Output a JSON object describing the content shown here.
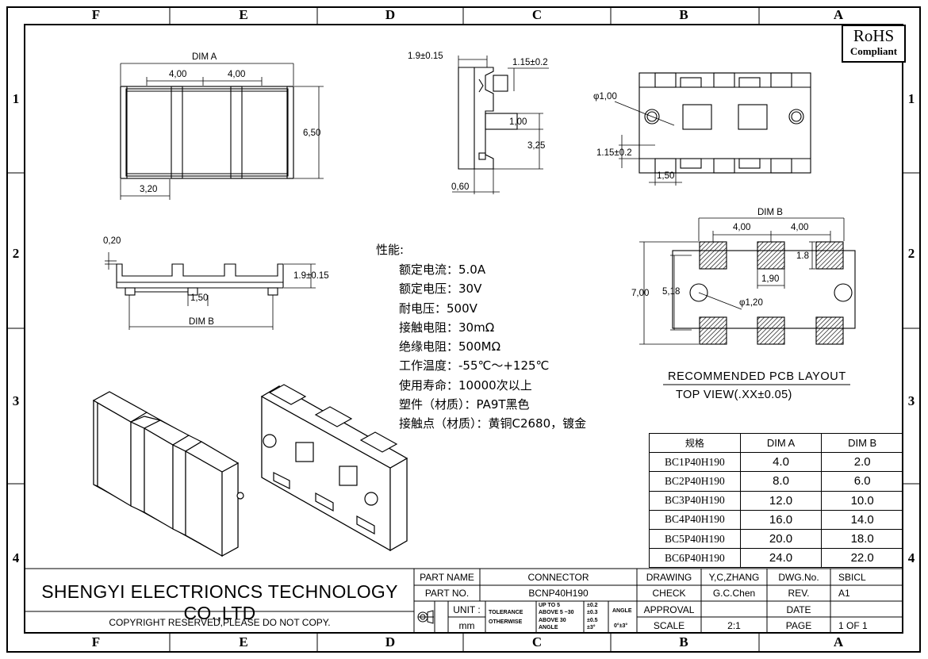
{
  "border": {
    "columns": [
      "F",
      "E",
      "D",
      "C",
      "B",
      "A"
    ],
    "rows": [
      "1",
      "2",
      "3",
      "4"
    ]
  },
  "rohs": {
    "line1": "RoHS",
    "line2": "Compliant"
  },
  "views": {
    "top": {
      "dim_a": "DIM A",
      "pitch_1": "4,00",
      "pitch_2": "4,00",
      "height": "6,50",
      "width": "3,20"
    },
    "side": {
      "height_tol": "1.9±0.15",
      "tab_1": "1.15±0.2",
      "lead": "1,00",
      "depth": "3,25",
      "base": "0,60"
    },
    "bottom": {
      "hole": "φ1,00",
      "pad_tol": "1.15±0.2",
      "pad_width": "1,50"
    },
    "front": {
      "top_gap": "0,20",
      "height_tol": "1.9±0.15",
      "lead_width": "1,50",
      "dim_b": "DIM B"
    },
    "pcb": {
      "dim_b": "DIM B",
      "pitch_1": "4,00",
      "pitch_2": "4,00",
      "pad_h": "1.8",
      "pad_w": "1,90",
      "outer_h": "7,00",
      "hole_span": "5,18",
      "hole": "φ1,20"
    }
  },
  "specs": {
    "title": "性能:",
    "items": [
      "额定电流：5.0A",
      "额定电压：30V",
      "耐电压：500V",
      "接触电阻：30mΩ",
      "绝缘电阻：500MΩ",
      "工作温度：-55℃～+125℃",
      "使用寿命：10000次以上",
      "塑件（材质）：PA9T黑色",
      "接触点（材质）：黄铜C2680，镀金"
    ]
  },
  "pcb_layout": {
    "title": "RECOMMENDED PCB LAYOUT",
    "subtitle": "TOP VIEW(.XX±0.05)"
  },
  "spec_table": {
    "headers": [
      "规格",
      "DIM A",
      "DIM B"
    ],
    "rows": [
      [
        "BC1P40H190",
        "4.0",
        "2.0"
      ],
      [
        "BC2P40H190",
        "8.0",
        "6.0"
      ],
      [
        "BC3P40H190",
        "12.0",
        "10.0"
      ],
      [
        "BC4P40H190",
        "16.0",
        "14.0"
      ],
      [
        "BC5P40H190",
        "20.0",
        "18.0"
      ],
      [
        "BC6P40H190",
        "24.0",
        "22.0"
      ]
    ]
  },
  "title_block": {
    "company": "SHENGYI ELECTRIONCS TECHNOLOGY CO.,LTD",
    "copyright": "COPYRIGHT RESERVED,PLEASE DO NOT COPY.",
    "part_name_label": "PART NAME",
    "part_name": "CONNECTOR",
    "part_no_label": "PART NO.",
    "part_no": "BCNP40H190",
    "unit_label": "UNIT :",
    "unit": "mm",
    "tolerance_label": "TOLERANCE",
    "otherwise_label": "OTHERWISE",
    "tol_rows": [
      {
        "range": "UP TO 5",
        "value": "±0.2"
      },
      {
        "range": "ABOVE 5 ~30",
        "value": "±0.3"
      },
      {
        "range": "ABOVE 30",
        "value": "±0.5"
      },
      {
        "range": "ANGLE",
        "value": "±3°"
      }
    ],
    "angle_label": "ANGLE",
    "angle_value": "0°±3°",
    "drawing_label": "DRAWING",
    "drawing_by": "Y,C,ZHANG",
    "check_label": "CHECK",
    "check_by": "G.C.Chen",
    "approval_label": "APPROVAL",
    "scale_label": "SCALE",
    "scale": "2:1",
    "dwg_no_label": "DWG.No.",
    "dwg_no": "SBICL",
    "rev_label": "REV.",
    "rev": "A1",
    "date_label": "DATE",
    "page_label": "PAGE",
    "page": "1 OF 1"
  }
}
